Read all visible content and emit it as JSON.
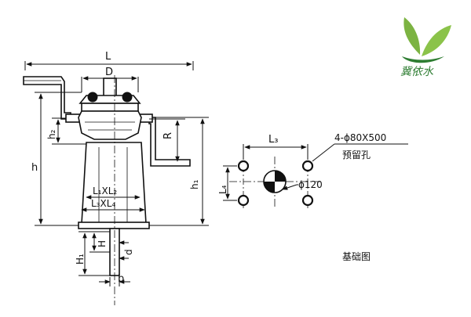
{
  "labels": {
    "L": "L",
    "D": "D",
    "h": "h",
    "h1": "h₁",
    "h2": "h₂",
    "R": "R",
    "L1xL2": "L₁XL₂",
    "L3xL4": "L₃XL₄",
    "H": "H",
    "H1": "H₁",
    "d": "d",
    "b": "b",
    "L3": "L₃",
    "L4": "L₄",
    "holes": "4-ϕ80X500",
    "holes_note": "预留孔",
    "phi120": "ϕ120",
    "foundation": "基础图"
  },
  "logo": {
    "text": "冀依水",
    "leaf_color": "#7cb342",
    "leaf_dark": "#2e7d32"
  }
}
